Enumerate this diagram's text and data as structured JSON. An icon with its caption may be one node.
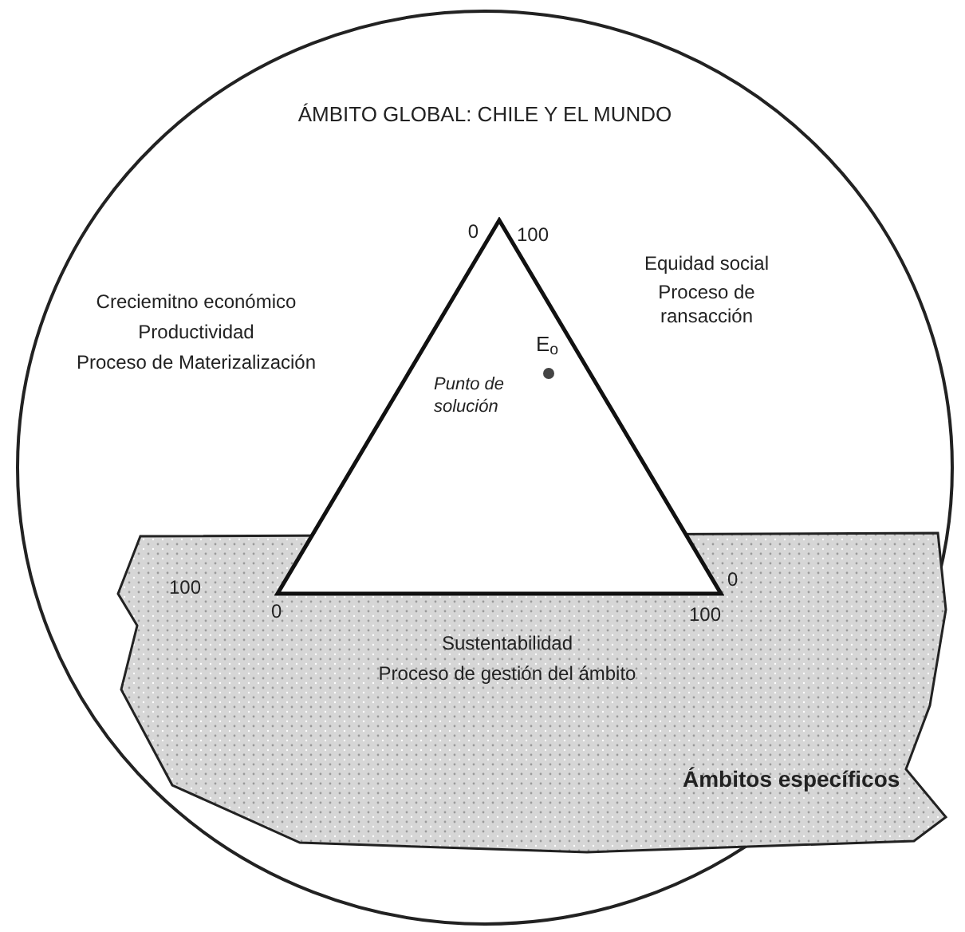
{
  "diagram": {
    "nodes": [
      {
        "text": [
          "ÁMBITO GLOBAL: CHILE Y EL MUNDO"
        ]
      },
      {
        "text": [
          "Ámbitos específicos"
        ],
        "in": 0
      },
      {
        "text": [
          "Punto de solución",
          "E$_{o}$"
        ],
        "in": 0
      }
    ],
    "labels": [
      "0",
      "100",
      "Equidad social",
      "Proceso de ransacción",
      "Creciemitno económico",
      "Productividad",
      "Proceso de Materizalización",
      "100",
      "0",
      "0",
      "100",
      "Sustentabilidad",
      "Proceso de gestión del ámbito"
    ]
  }
}
